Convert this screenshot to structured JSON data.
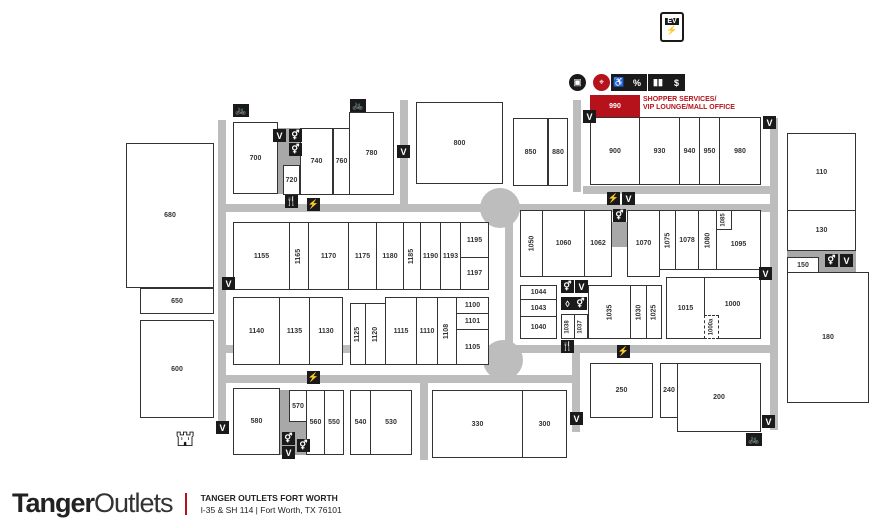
{
  "units": {
    "u680": "680",
    "u650": "650",
    "u600": "600",
    "u700": "700",
    "u720": "720",
    "u740": "740",
    "u760": "760",
    "u780": "780",
    "u800": "800",
    "u850": "850",
    "u880": "880",
    "u990": "990",
    "u900": "900",
    "u930": "930",
    "u940": "940",
    "u950": "950",
    "u980": "980",
    "u110": "110",
    "u130": "130",
    "u150": "150",
    "u180": "180",
    "u1155": "1155",
    "u1165": "1165",
    "u1170": "1170",
    "u1175": "1175",
    "u1180": "1180",
    "u1185": "1185",
    "u1190": "1190",
    "u1193": "1193",
    "u1195": "1195",
    "u1197": "1197",
    "u1140": "1140",
    "u1135": "1135",
    "u1130": "1130",
    "u1125": "1125",
    "u1120": "1120",
    "u1115": "1115",
    "u1110": "1110",
    "u1108": "1108",
    "u1100": "1100",
    "u1101": "1101",
    "u1105": "1105",
    "u1050": "1050",
    "u1060": "1060",
    "u1062": "1062",
    "u1070": "1070",
    "u1075": "1075",
    "u1078": "1078",
    "u1080": "1080",
    "u1085": "1085",
    "u1095": "1095",
    "u1044": "1044",
    "u1043": "1043",
    "u1040": "1040",
    "u1038": "1038",
    "u1037": "1037",
    "u1035": "1035",
    "u1030": "1030",
    "u1025": "1025",
    "u1015": "1015",
    "u1000": "1000",
    "u1000a": "1000a",
    "u250": "250",
    "u240": "240",
    "u200": "200",
    "u580": "580",
    "u570": "570",
    "u560": "560",
    "u550": "550",
    "u540": "540",
    "u530": "530",
    "u330": "330",
    "u300": "300"
  },
  "shopper_services_label": "SHOPPER SERVICES/\nVIP LOUNGE/MALL OFFICE",
  "shopper_services_line1": "SHOPPER SERVICES/",
  "shopper_services_line2": "VIP LOUNGE/MALL OFFICE",
  "icons": {
    "valet": "V",
    "ev": "EV",
    "discount": "%",
    "dollar": "$"
  },
  "footer": {
    "logo_bold": "Tanger",
    "logo_light": "Outlets",
    "center_name": "TANGER OUTLETS FORT WORTH",
    "address": "I-35 & SH 114  |  Fort Worth, TX  76101"
  },
  "colors": {
    "accent": "#b5121b",
    "walkway": "#bdbdbd"
  }
}
